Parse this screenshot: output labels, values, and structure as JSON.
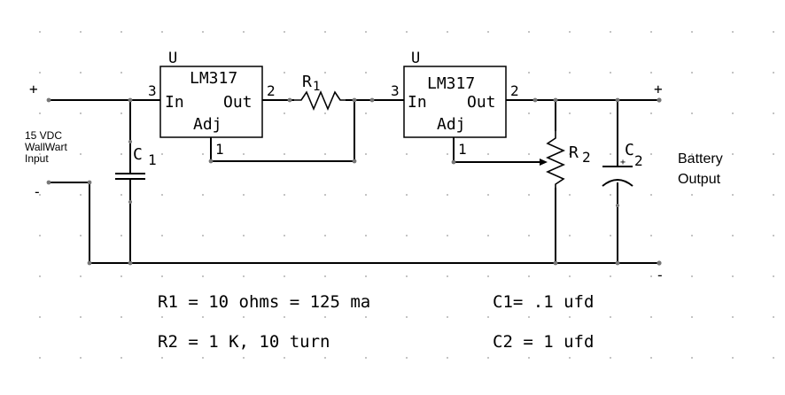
{
  "regulator1": {
    "ref_letter": "U",
    "part": "LM317",
    "pin_in": "In",
    "pin_out": "Out",
    "pin_adj": "Adj",
    "pin_in_num": "3",
    "pin_out_num": "2",
    "pin_adj_num": "1"
  },
  "regulator2": {
    "ref_letter": "U",
    "part": "LM317",
    "pin_in": "In",
    "pin_out": "Out",
    "pin_adj": "Adj",
    "pin_in_num": "3",
    "pin_out_num": "2",
    "pin_adj_num": "1"
  },
  "components": {
    "r1_letter": "R",
    "r1_sub": "1",
    "r2_letter": "R",
    "r2_sub": "2",
    "c1_letter": "C",
    "c1_sub": "1",
    "c2_letter": "C",
    "c2_sub": "2",
    "c2_polarity": "+"
  },
  "input": {
    "plus": "+",
    "minus": "-",
    "line1": "15 VDC",
    "line2": "WallWart",
    "line3": "Input"
  },
  "output": {
    "plus": "+",
    "minus": "-",
    "line1": "Battery",
    "line2": "Output"
  },
  "notes": {
    "r1": "R1 =  10 ohms = 125 ma",
    "r2": "R2 = 1  K, 10 turn",
    "c1": "C1= .1 ufd",
    "c2": "C2 = 1 ufd"
  }
}
